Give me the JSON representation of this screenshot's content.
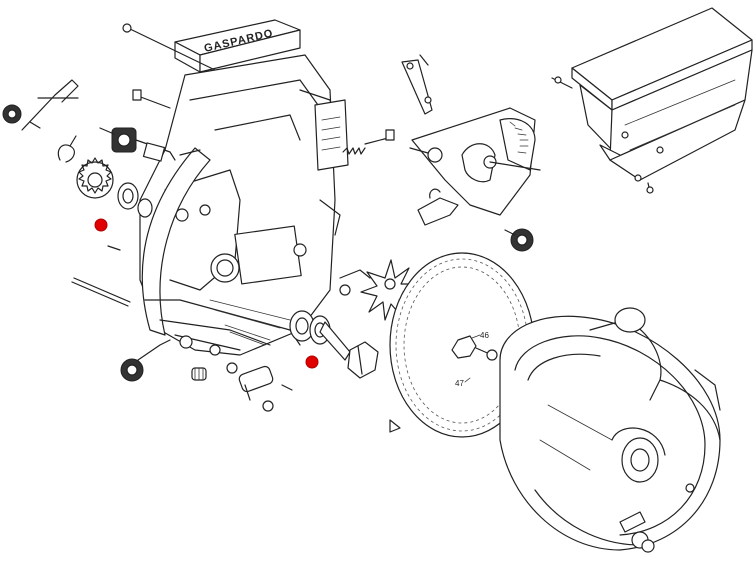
{
  "diagram": {
    "brand_text": "GASPARDO",
    "part_labels": [
      "46",
      "47"
    ],
    "marker_color": "#e00000",
    "line_color": "#222222",
    "markers": [
      {
        "name": "red-marker-left-seal"
      },
      {
        "name": "red-marker-center-seal"
      }
    ]
  }
}
